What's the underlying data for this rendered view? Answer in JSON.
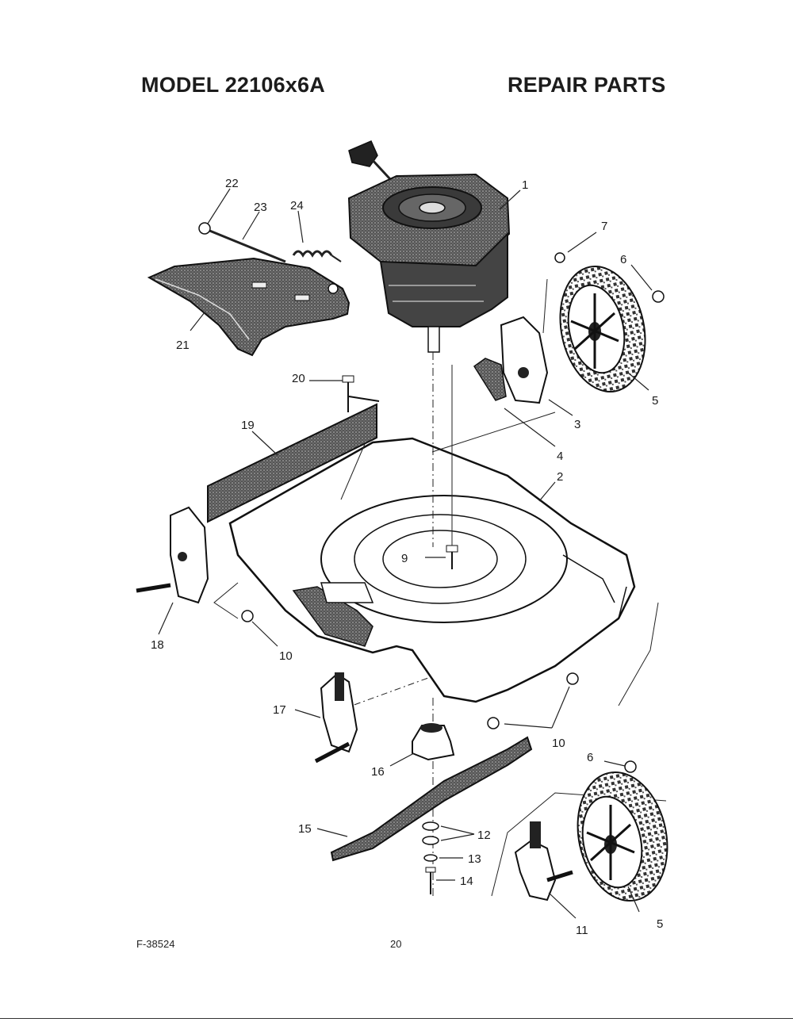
{
  "header": {
    "model": "MODEL 22106x6A",
    "section": "REPAIR PARTS"
  },
  "footer": {
    "form_number": "F-38524",
    "page": "20"
  },
  "callouts": {
    "c1": "1",
    "c2": "2",
    "c3": "3",
    "c4": "4",
    "c5a": "5",
    "c5b": "5",
    "c6a": "6",
    "c6b": "6",
    "c7": "7",
    "c9": "9",
    "c10a": "10",
    "c10b": "10",
    "c11": "11",
    "c12": "12",
    "c13": "13",
    "c14": "14",
    "c15": "15",
    "c16": "16",
    "c17": "17",
    "c18": "18",
    "c19": "19",
    "c20": "20",
    "c21": "21",
    "c22": "22",
    "c23": "23",
    "c24": "24"
  },
  "parts": [
    {
      "id": "1",
      "name": "engine"
    },
    {
      "id": "2",
      "name": "deck"
    },
    {
      "id": "3",
      "name": "rear-right-wheel-adjuster"
    },
    {
      "id": "4",
      "name": "adjuster-spring"
    },
    {
      "id": "5",
      "name": "wheel"
    },
    {
      "id": "6",
      "name": "wheel-nut"
    },
    {
      "id": "7",
      "name": "shoulder-bolt"
    },
    {
      "id": "9",
      "name": "engine-bolt"
    },
    {
      "id": "10",
      "name": "nut"
    },
    {
      "id": "11",
      "name": "front-right-wheel-adjuster"
    },
    {
      "id": "12",
      "name": "blade-washer"
    },
    {
      "id": "13",
      "name": "lock-washer"
    },
    {
      "id": "14",
      "name": "blade-bolt"
    },
    {
      "id": "15",
      "name": "blade"
    },
    {
      "id": "16",
      "name": "blade-adapter"
    },
    {
      "id": "17",
      "name": "front-left-wheel-adjuster"
    },
    {
      "id": "18",
      "name": "rear-left-wheel-adjuster"
    },
    {
      "id": "19",
      "name": "rear-skirt"
    },
    {
      "id": "20",
      "name": "screw"
    },
    {
      "id": "21",
      "name": "discharge-door"
    },
    {
      "id": "22",
      "name": "door-nut"
    },
    {
      "id": "23",
      "name": "hinge-rod"
    },
    {
      "id": "24",
      "name": "torsion-spring"
    }
  ]
}
